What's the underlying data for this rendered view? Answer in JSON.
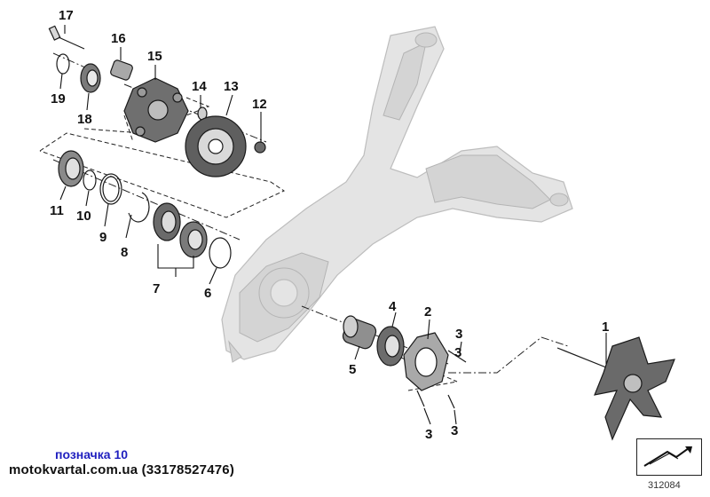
{
  "callouts": [
    {
      "label": "17"
    },
    {
      "label": "16"
    },
    {
      "label": "15"
    },
    {
      "label": "14"
    },
    {
      "label": "13"
    },
    {
      "label": "12"
    },
    {
      "label": "19"
    },
    {
      "label": "18"
    },
    {
      "label": "11"
    },
    {
      "label": "10"
    },
    {
      "label": "9"
    },
    {
      "label": "8"
    },
    {
      "label": "7"
    },
    {
      "label": "6"
    },
    {
      "label": "1"
    },
    {
      "label": "2"
    },
    {
      "label": "3"
    },
    {
      "label": "4"
    },
    {
      "label": "5"
    },
    {
      "label": "3"
    },
    {
      "label": "3"
    },
    {
      "label": "3"
    }
  ],
  "badge": "позначка 10",
  "footer": "motokvartal.com.ua (33178527476)",
  "reference_number": "312084",
  "colors": {
    "badge": "#1f1fbf",
    "ghost_part": "#e4e4e4",
    "line": "#111111"
  }
}
